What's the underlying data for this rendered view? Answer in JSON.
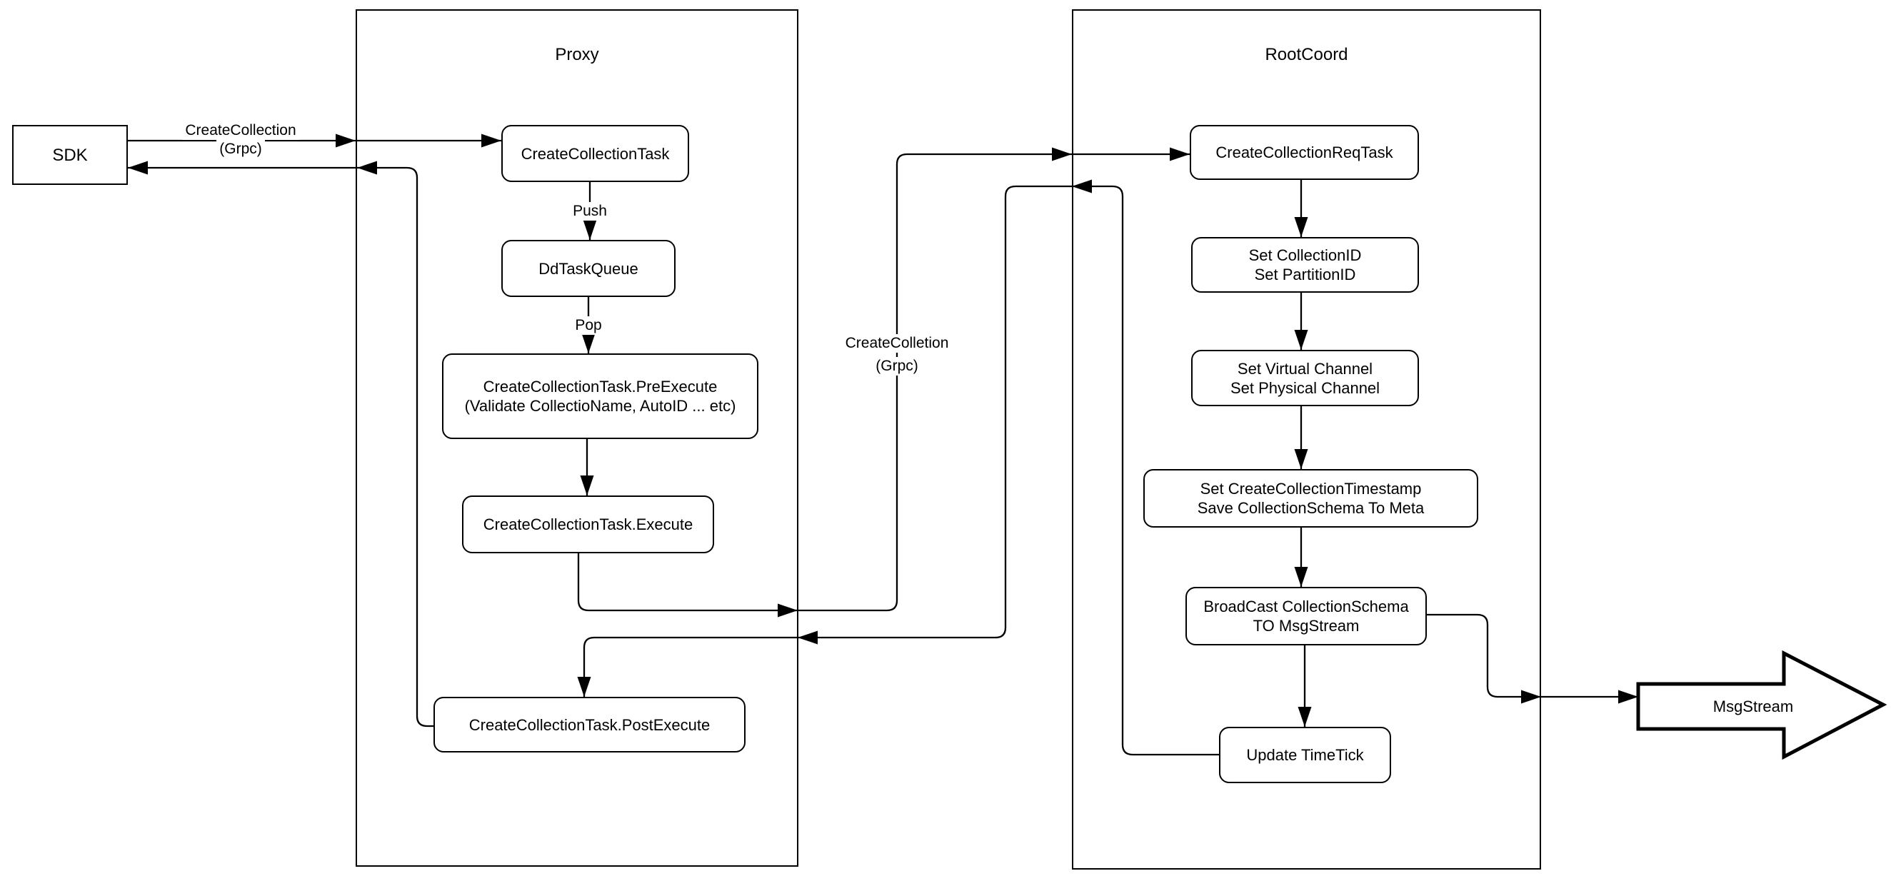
{
  "diagram": {
    "containers": {
      "proxy": {
        "title": "Proxy"
      },
      "rootcoord": {
        "title": "RootCoord"
      }
    },
    "nodes": {
      "sdk": {
        "label": "SDK"
      },
      "create_collection_task": {
        "label": "CreateCollectionTask"
      },
      "dd_task_queue": {
        "label": "DdTaskQueue"
      },
      "pre_execute": {
        "line1": "CreateCollectionTask.PreExecute",
        "line2": "(Validate CollectioName, AutoID ... etc)"
      },
      "execute": {
        "label": "CreateCollectionTask.Execute"
      },
      "post_execute": {
        "label": "CreateCollectionTask.PostExecute"
      },
      "req_task": {
        "label": "CreateCollectionReqTask"
      },
      "set_ids": {
        "line1": "Set CollectionID",
        "line2": "Set PartitionID"
      },
      "set_channels": {
        "line1": "Set Virtual Channel",
        "line2": "Set Physical Channel"
      },
      "set_timestamp": {
        "line1": "Set CreateCollectionTimestamp",
        "line2": "Save CollectionSchema To Meta"
      },
      "broadcast": {
        "line1": "BroadCast CollectionSchema",
        "line2": "TO MsgStream"
      },
      "update_timetick": {
        "label": "Update TimeTick"
      },
      "msgstream": {
        "label": "MsgStream"
      }
    },
    "edge_labels": {
      "grpc_left": {
        "line1": "CreateCollection",
        "line2": "(Grpc)"
      },
      "grpc_mid": {
        "line1": "CreateColletion",
        "line2": "(Grpc)"
      },
      "push": {
        "label": "Push"
      },
      "pop": {
        "label": "Pop"
      }
    },
    "colors": {
      "stroke": "#000000",
      "fill": "#ffffff",
      "background": "#ffffff"
    }
  }
}
